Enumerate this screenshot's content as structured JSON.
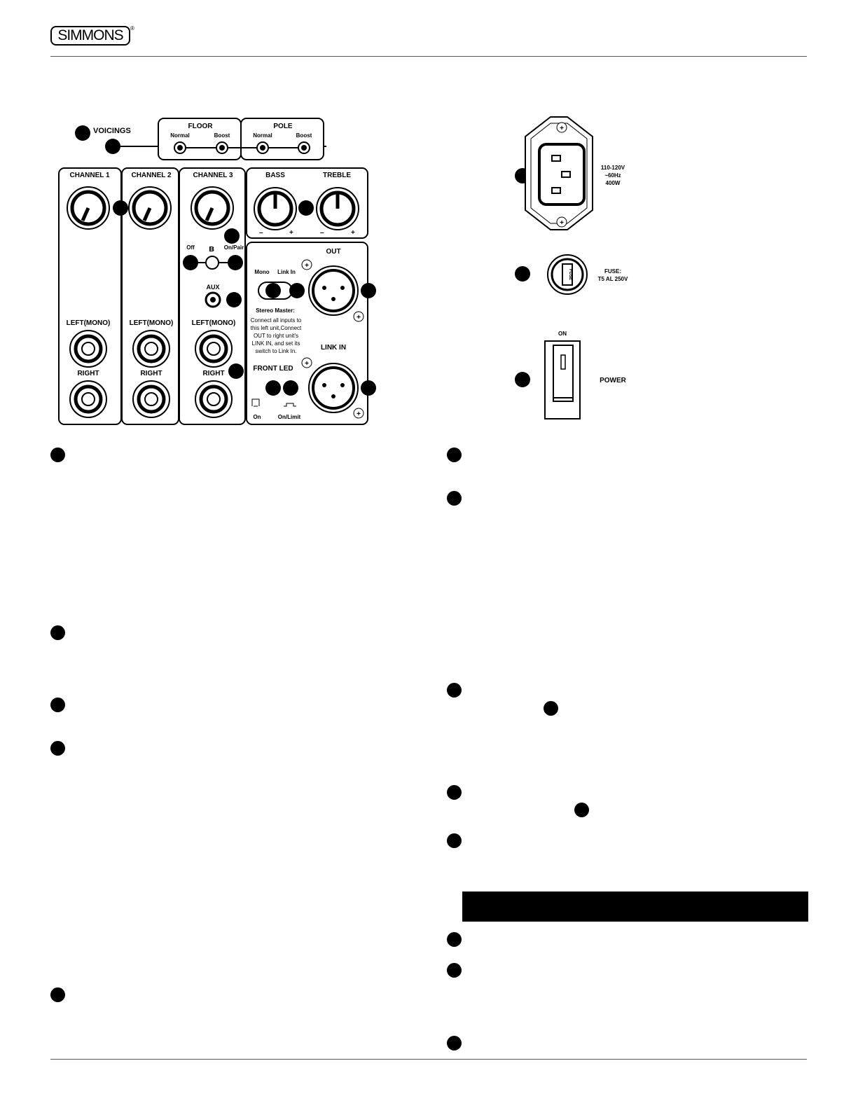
{
  "header": {
    "logo": "SIMMONS",
    "registered": "®"
  },
  "panel": {
    "voicings": "VOICINGS",
    "floor": "FLOOR",
    "pole": "POLE",
    "normal": "Normal",
    "boost": "Boost",
    "channel1": "CHANNEL 1",
    "channel2": "CHANNEL 2",
    "channel3": "CHANNEL 3",
    "bass": "BASS",
    "treble": "TREBLE",
    "minus": "–",
    "plus": "+",
    "off": "Off",
    "on_pair": "On/Pair",
    "aux": "AUX",
    "left_mono": "LEFT(MONO)",
    "right": "RIGHT",
    "out": "OUT",
    "mono": "Mono",
    "link_in_switch": "Link In",
    "stereo_master": "Stereo Master:",
    "stereo_note": [
      "Connect all inputs to",
      "this left unit,Connect",
      "OUT to right unit's",
      "LINK IN, and set its",
      "switch to Link In."
    ],
    "link_in": "LINK IN",
    "front_led": "FRONT LED",
    "on": "On",
    "on_limit": "On/Limit"
  },
  "power_panel": {
    "voltage": "110-120V",
    "freq": "~60Hz",
    "watts": "400W",
    "fuse_label": "FUSE:",
    "fuse_rating": "T5 AL 250V",
    "fuse_cap": "FUSE",
    "switch_on": "ON",
    "power": "POWER"
  }
}
